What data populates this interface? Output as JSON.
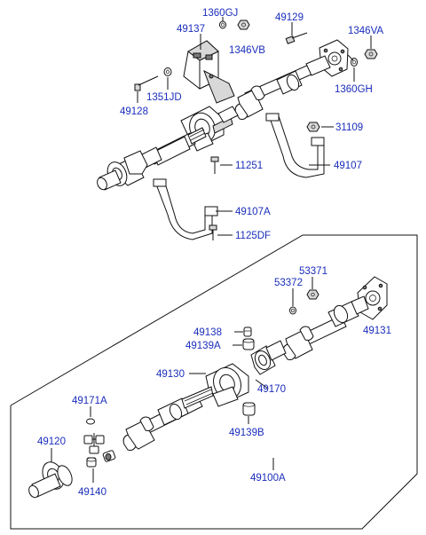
{
  "labels": {
    "l_1360GJ": "1360GJ",
    "l_49137": "49137",
    "l_49129": "49129",
    "l_1346VA": "1346VA",
    "l_1346VB": "1346VB",
    "l_1351JD": "1351JD",
    "l_1360GH": "1360GH",
    "l_49128": "49128",
    "l_31109": "31109",
    "l_11251": "11251",
    "l_49107": "49107",
    "l_49107A": "49107A",
    "l_1125DF": "1125DF",
    "l_53371": "53371",
    "l_53372": "53372",
    "l_49131": "49131",
    "l_49138": "49138",
    "l_49139A": "49139A",
    "l_49130": "49130",
    "l_49170": "49170",
    "l_49171A": "49171A",
    "l_49139B": "49139B",
    "l_49120": "49120",
    "l_49140": "49140",
    "l_49100A": "49100A"
  }
}
